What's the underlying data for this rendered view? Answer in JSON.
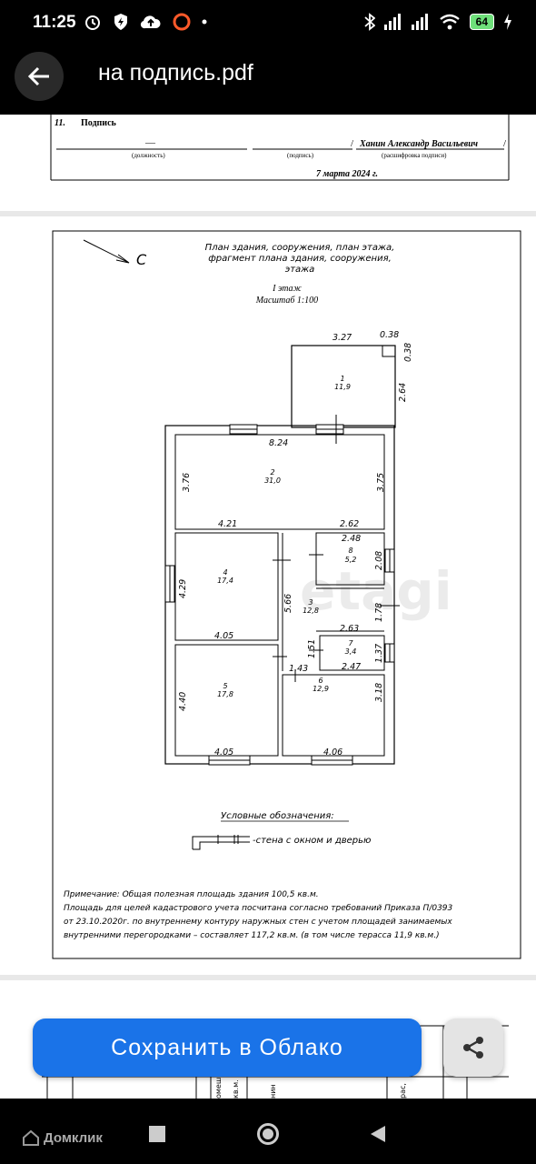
{
  "status_bar": {
    "time": "11:25",
    "battery": "64"
  },
  "app_bar": {
    "title": "на подпись.pdf"
  },
  "page1": {
    "section_number": "11.",
    "section_label": "Подпись",
    "dash": "—",
    "name": "Ханин Александр Васильевич",
    "caption_position": "(должность)",
    "caption_signature": "(подпись)",
    "caption_decoding": "(расшифровка подписи)",
    "date": "7 марта 2024 г."
  },
  "plan": {
    "north": "С",
    "title_line1": "План здания, сооружения, план этажа,",
    "title_line2": "фрагмент плана здания, сооружения,",
    "title_line3": "этажа",
    "floor": "I этаж",
    "scale": "Масштаб 1:100",
    "watermark": "etagi",
    "dims": {
      "d_327": "3.27",
      "d_038a": "0.38",
      "d_038b": "0.38",
      "d_264": "2.64",
      "d_824": "8.24",
      "d_376": "3.76",
      "d_375": "3.75",
      "d_421": "4.21",
      "d_262": "2.62",
      "d_248": "2.48",
      "d_208": "2.08",
      "d_429": "4.29",
      "d_566": "5.66",
      "d_178": "1.78",
      "d_263": "2.63",
      "d_405a": "4.05",
      "d_151": "1.51",
      "d_137": "1.37",
      "d_143": "1.43",
      "d_247": "2.47",
      "d_440": "4.40",
      "d_318": "3.18",
      "d_405b": "4.05",
      "d_406": "4.06"
    },
    "rooms": [
      {
        "num": "1",
        "area": "11,9"
      },
      {
        "num": "2",
        "area": "31,0"
      },
      {
        "num": "3",
        "area": "12,8"
      },
      {
        "num": "4",
        "area": "17,4"
      },
      {
        "num": "5",
        "area": "17,8"
      },
      {
        "num": "6",
        "area": "12,9"
      },
      {
        "num": "7",
        "area": "3,4"
      },
      {
        "num": "8",
        "area": "5,2"
      }
    ],
    "legend_title": "Условные обозначения:",
    "legend_item": "-стена с окном и дверью",
    "note_line1": "Примечание: Общая полезная площадь здания 100,5 кв.м.",
    "note_line2": "Площадь для целей кадастрового учета посчитана согласно требований Приказа П/0393",
    "note_line3": "от 23.10.2020г. по внутреннему контуру наружных стен с учетом площадей занимаемых",
    "note_line4": "внутренними перегородками – составляет 117,2 кв.м. (в том числе терасса 11,9 кв.м.)"
  },
  "page3": {
    "col1": "омеш",
    "col2": "кв.м.",
    "col3": "нин",
    "col4": "рас,"
  },
  "actions": {
    "save_label": "Сохранить в Облако"
  },
  "watermark_app": "Домклик"
}
